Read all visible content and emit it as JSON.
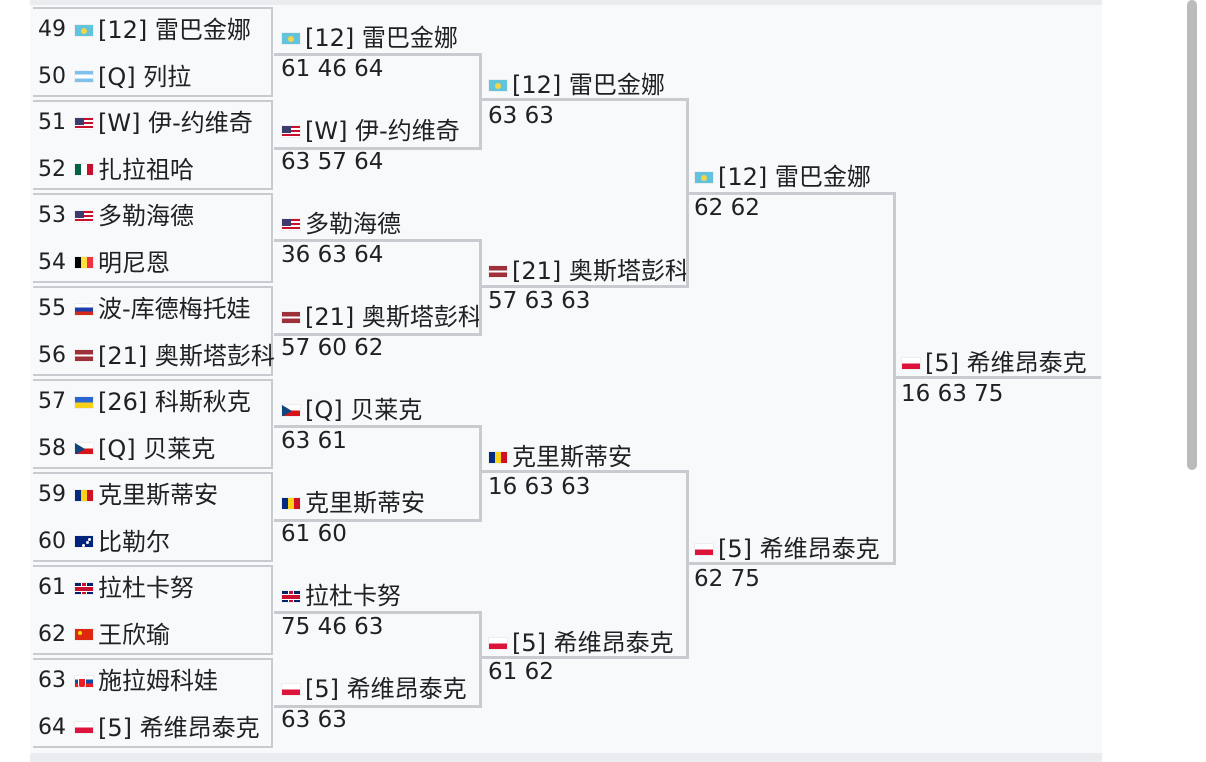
{
  "colors": {
    "panel_bg": "#f8f9fa",
    "line": "#c8ccd1",
    "text": "#202122"
  },
  "round1": [
    {
      "seed": "49",
      "flag": "kz-flag-icon",
      "name": "[12] 雷巴金娜"
    },
    {
      "seed": "50",
      "flag": "ar-flag-icon",
      "name": "[Q] 列拉"
    },
    {
      "seed": "51",
      "flag": "us-flag-icon",
      "name": "[W] 伊-约维奇"
    },
    {
      "seed": "52",
      "flag": "mx-flag-icon",
      "name": "扎拉祖哈"
    },
    {
      "seed": "53",
      "flag": "us-flag-icon",
      "name": "多勒海德"
    },
    {
      "seed": "54",
      "flag": "be-flag-icon",
      "name": "明尼恩"
    },
    {
      "seed": "55",
      "flag": "ru-flag-icon",
      "name": "波-库德梅托娃"
    },
    {
      "seed": "56",
      "flag": "lv-flag-icon",
      "name": "[21] 奥斯塔彭科"
    },
    {
      "seed": "57",
      "flag": "ua-flag-icon",
      "name": "[26] 科斯秋克"
    },
    {
      "seed": "58",
      "flag": "cz-flag-icon",
      "name": "[Q] 贝莱克"
    },
    {
      "seed": "59",
      "flag": "ro-flag-icon",
      "name": "克里斯蒂安"
    },
    {
      "seed": "60",
      "flag": "au-flag-icon",
      "name": "比勒尔"
    },
    {
      "seed": "61",
      "flag": "gb-flag-icon",
      "name": "拉杜卡努"
    },
    {
      "seed": "62",
      "flag": "cn-flag-icon",
      "name": "王欣瑜"
    },
    {
      "seed": "63",
      "flag": "sk-flag-icon",
      "name": "施拉姆科娃"
    },
    {
      "seed": "64",
      "flag": "pl-flag-icon",
      "name": "[5] 希维昂泰克"
    }
  ],
  "round2": [
    {
      "flag": "kz-flag-icon",
      "name": "[12] 雷巴金娜",
      "score": "61 46 64"
    },
    {
      "flag": "us-flag-icon",
      "name": "[W] 伊-约维奇",
      "score": "63 57 64"
    },
    {
      "flag": "us-flag-icon",
      "name": "多勒海德",
      "score": "36 63 64"
    },
    {
      "flag": "lv-flag-icon",
      "name": "[21] 奥斯塔彭科",
      "score": "57 60 62"
    },
    {
      "flag": "cz-flag-icon",
      "name": "[Q] 贝莱克",
      "score": "63 61"
    },
    {
      "flag": "ro-flag-icon",
      "name": "克里斯蒂安",
      "score": "61 60"
    },
    {
      "flag": "gb-flag-icon",
      "name": "拉杜卡努",
      "score": "75 46 63"
    },
    {
      "flag": "pl-flag-icon",
      "name": "[5] 希维昂泰克",
      "score": "63 63"
    }
  ],
  "round3": [
    {
      "flag": "kz-flag-icon",
      "name": "[12] 雷巴金娜",
      "score": "63 63"
    },
    {
      "flag": "lv-flag-icon",
      "name": "[21] 奥斯塔彭科",
      "score": "57 63 63"
    },
    {
      "flag": "ro-flag-icon",
      "name": "克里斯蒂安",
      "score": "16 63 63"
    },
    {
      "flag": "pl-flag-icon",
      "name": "[5] 希维昂泰克",
      "score": "61 62"
    }
  ],
  "round4": [
    {
      "flag": "kz-flag-icon",
      "name": "[12] 雷巴金娜",
      "score": "62 62"
    },
    {
      "flag": "pl-flag-icon",
      "name": "[5] 希维昂泰克",
      "score": "62 75"
    }
  ],
  "winner": {
    "flag": "pl-flag-icon",
    "name": "[5] 希维昂泰克",
    "score": "16 63 75"
  }
}
